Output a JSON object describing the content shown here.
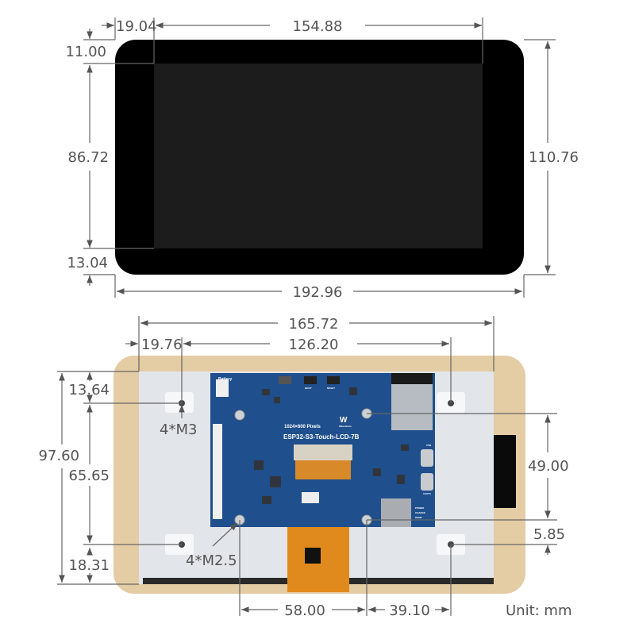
{
  "top_view": {
    "dimensions": {
      "screen_left_offset": "19.04",
      "screen_width": "154.88",
      "screen_top_offset": "11.00",
      "screen_height": "86.72",
      "screen_bottom_offset": "13.04",
      "overall_height": "110.76",
      "overall_width": "192.96"
    }
  },
  "back_view": {
    "pcb": {
      "resolution": "1024×600 Pixels",
      "model": "ESP32-S3-Touch-LCD-7B",
      "brand": "Waveshare",
      "battery_label": "Battery",
      "boot_label": "BOOT",
      "reset_label": "RESET",
      "usb_label": "USB",
      "uart_label": "UART1",
      "led_labels": [
        "POWER",
        "CHARGE",
        "DONE"
      ]
    },
    "dimensions": {
      "panel_width": "165.72",
      "hole_left_offset": "19.76",
      "hole_spacing_x": "126.20",
      "panel_height": "97.60",
      "hole_top_offset": "13.64",
      "hole_spacing_y": "65.65",
      "hole_bottom_offset": "18.31",
      "pcb_hole_spacing_y": "49.00",
      "pcb_to_hole_offset": "5.85",
      "pcb_hole_spacing_x": "58.00",
      "pcb_to_mount_x": "39.10"
    },
    "labels": {
      "m3_holes": "4*M3",
      "m25_holes": "4*M2.5",
      "unit": "Unit: mm"
    }
  },
  "colors": {
    "display_black": "#000000",
    "screen": "#1c1c1c",
    "frame": "#e4cca4",
    "panel": "#e2e5e9",
    "pcb": "#1f4f8c",
    "fpc": "#e08a1e"
  }
}
